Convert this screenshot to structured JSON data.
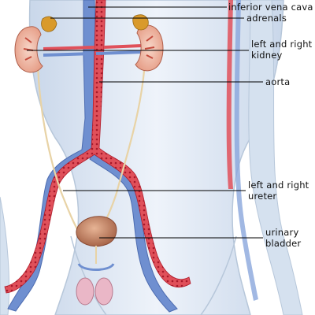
{
  "diagram": {
    "labels": {
      "inferior_vena_cava": [
        "inferior vena cava"
      ],
      "adrenals": [
        "adrenals"
      ],
      "kidney": [
        "left and right",
        "kidney"
      ],
      "aorta": [
        "aorta"
      ],
      "ureter": [
        "left and right",
        "ureter"
      ],
      "bladder": [
        "urinary",
        "bladder"
      ]
    }
  },
  "colors": {
    "skin": "#dfe8f3",
    "skin_outline": "#b7c7da",
    "artery": "#e0505a",
    "artery_dot": "#b01c2a",
    "vein": "#6f8fd0",
    "vein_dark": "#4d6cb0",
    "kidney": "#f2b7a6",
    "kidney_inner": "#c44a3c",
    "adrenal": "#d99a2b",
    "ureter": "#e8d3a6",
    "bladder": "#c98a6c",
    "leader": "#000000"
  }
}
